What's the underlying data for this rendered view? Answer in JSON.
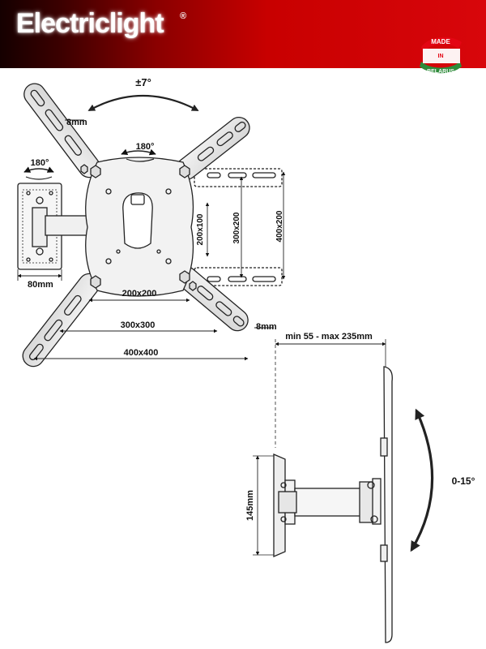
{
  "header": {
    "brand": "Electriclight",
    "registered_mark": "®",
    "badge": [
      "MADE",
      "IN",
      "BELARUS"
    ],
    "colors": {
      "band": "#d8060b",
      "badge_red": "#e30613",
      "badge_green": "#2e8b3a"
    }
  },
  "front_view": {
    "tilt_top": "±7°",
    "rotate_plate": "180°",
    "rotate_wall": "180°",
    "slot_width_top": "8mm",
    "slot_width_bottom": "8mm",
    "wall_width": "80mm",
    "vesa": [
      "200x100",
      "300x200",
      "400x200",
      "200x200",
      "300x300",
      "400x400"
    ]
  },
  "side_view": {
    "extension": "min 55 - max 235mm",
    "height": "145mm",
    "tilt": "0-15°"
  }
}
